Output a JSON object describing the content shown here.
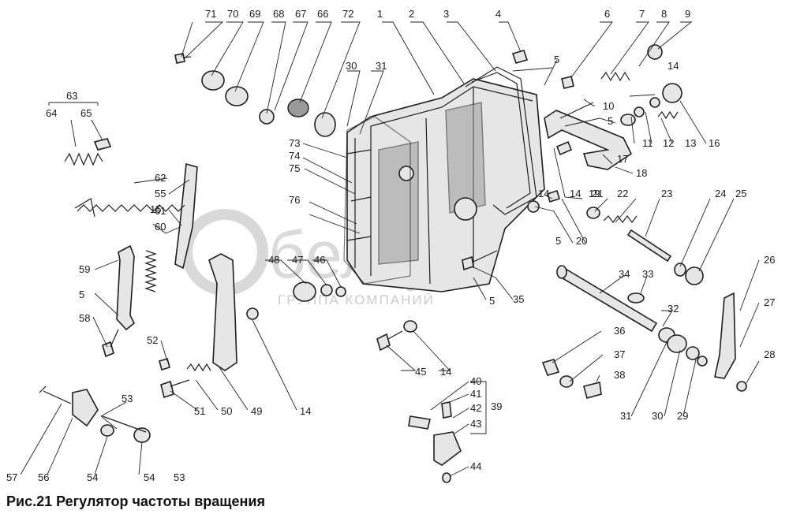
{
  "caption": "Рис.21 Регулятор частоты вращения",
  "watermark": {
    "brand": "белгро",
    "subtitle": "ГРУППА КОМПАНИЙ"
  },
  "part_numbers": [
    "1",
    "2",
    "3",
    "4",
    "5",
    "5",
    "5",
    "5",
    "5",
    "6",
    "7",
    "8",
    "9",
    "10",
    "11",
    "12",
    "13",
    "14",
    "14",
    "14",
    "14",
    "14",
    "15",
    "16",
    "17",
    "18",
    "19",
    "20",
    "21",
    "22",
    "23",
    "24",
    "25",
    "26",
    "27",
    "28",
    "29",
    "30",
    "30",
    "31",
    "31",
    "32",
    "33",
    "34",
    "35",
    "36",
    "37",
    "38",
    "39",
    "40",
    "41",
    "42",
    "43",
    "44",
    "45",
    "46",
    "47",
    "48",
    "49",
    "50",
    "51",
    "52",
    "53",
    "53",
    "54",
    "54",
    "55",
    "56",
    "57",
    "58",
    "59",
    "60",
    "61",
    "62",
    "63",
    "64",
    "65",
    "66",
    "67",
    "68",
    "69",
    "70",
    "71",
    "72",
    "73",
    "74",
    "75",
    "76"
  ]
}
